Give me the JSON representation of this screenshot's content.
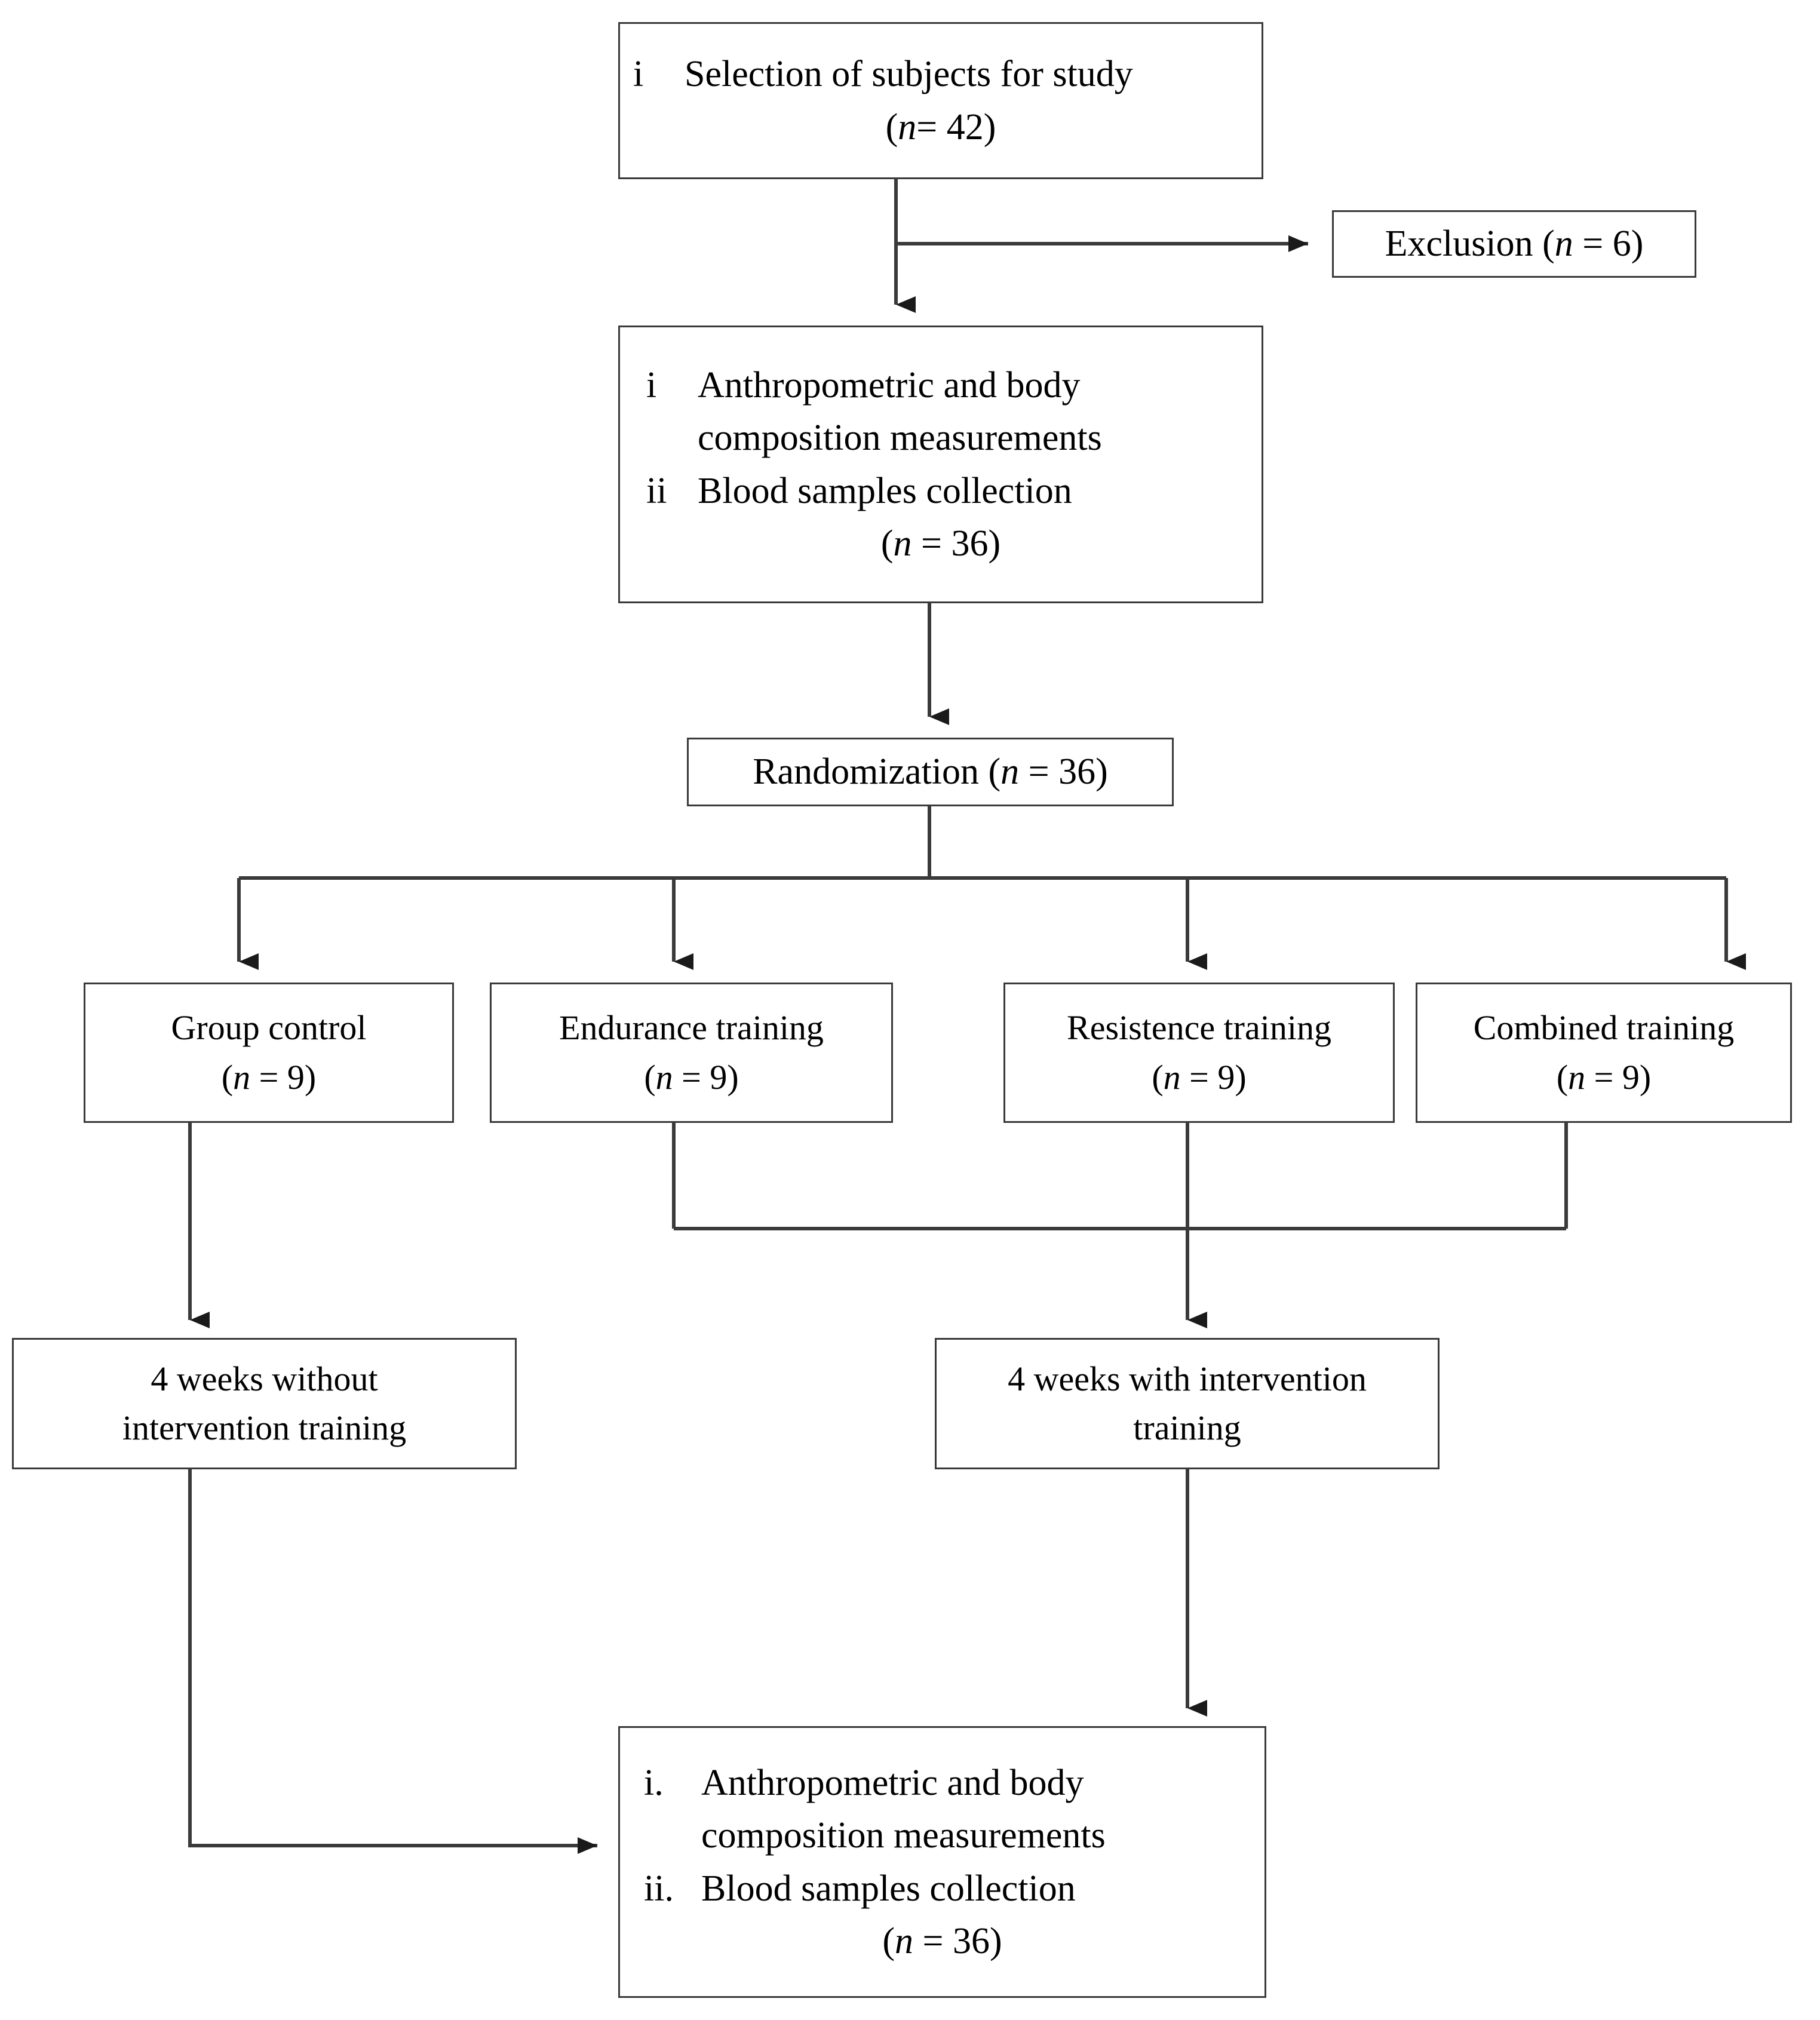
{
  "diagram": {
    "type": "flowchart",
    "title": "Study design flowchart",
    "nodes": {
      "selection": {
        "marker": "i",
        "line1": "Selection of subjects for study",
        "line2": "(n = 42)",
        "n_label": "n",
        "n_value": "= 42"
      },
      "exclusion": {
        "text_before": "Exclusion (",
        "n_label": "n",
        "text_after": " = 6)",
        "full": "Exclusion (n = 6)"
      },
      "baseline": {
        "item1_marker": "i",
        "item1_line1": "Anthropometric and body",
        "item1_line2": "composition measurements",
        "item2_marker": "ii",
        "item2_line1": "Blood samples collection",
        "n_line_open": "(",
        "n_label": "n",
        "n_line_close": " = 36)"
      },
      "randomization": {
        "text_before": "Randomization (",
        "n_label": "n",
        "text_after": " = 36)",
        "full": "Randomization (n = 36)"
      },
      "group_control": {
        "title": "Group control",
        "n_open": "(",
        "n_label": "n",
        "n_close": " = 9)"
      },
      "endurance": {
        "title": "Endurance training",
        "n_open": "(",
        "n_label": "n",
        "n_close": " = 9)"
      },
      "resistence": {
        "title": "Resistence training",
        "n_open": "(",
        "n_label": "n",
        "n_close": " = 9)"
      },
      "combined": {
        "title": "Combined training",
        "n_open": "(",
        "n_label": "n",
        "n_close": " = 9)"
      },
      "weeks_without": {
        "line1": "4 weeks without",
        "line2": "intervention training"
      },
      "weeks_with": {
        "line1": "4 weeks with intervention",
        "line2": "training"
      },
      "followup": {
        "item1_marker": "i.",
        "item1_line1": "Anthropometric and body",
        "item1_line2": "composition measurements",
        "item2_marker": "ii.",
        "item2_line1": "Blood samples collection",
        "n_line_open": "(",
        "n_label": "n",
        "n_line_close": " = 36)"
      }
    },
    "colors": {
      "stroke": "#3a3a3a",
      "connector": "#3a3a3a",
      "background": "#ffffff",
      "text": "#000000"
    }
  }
}
